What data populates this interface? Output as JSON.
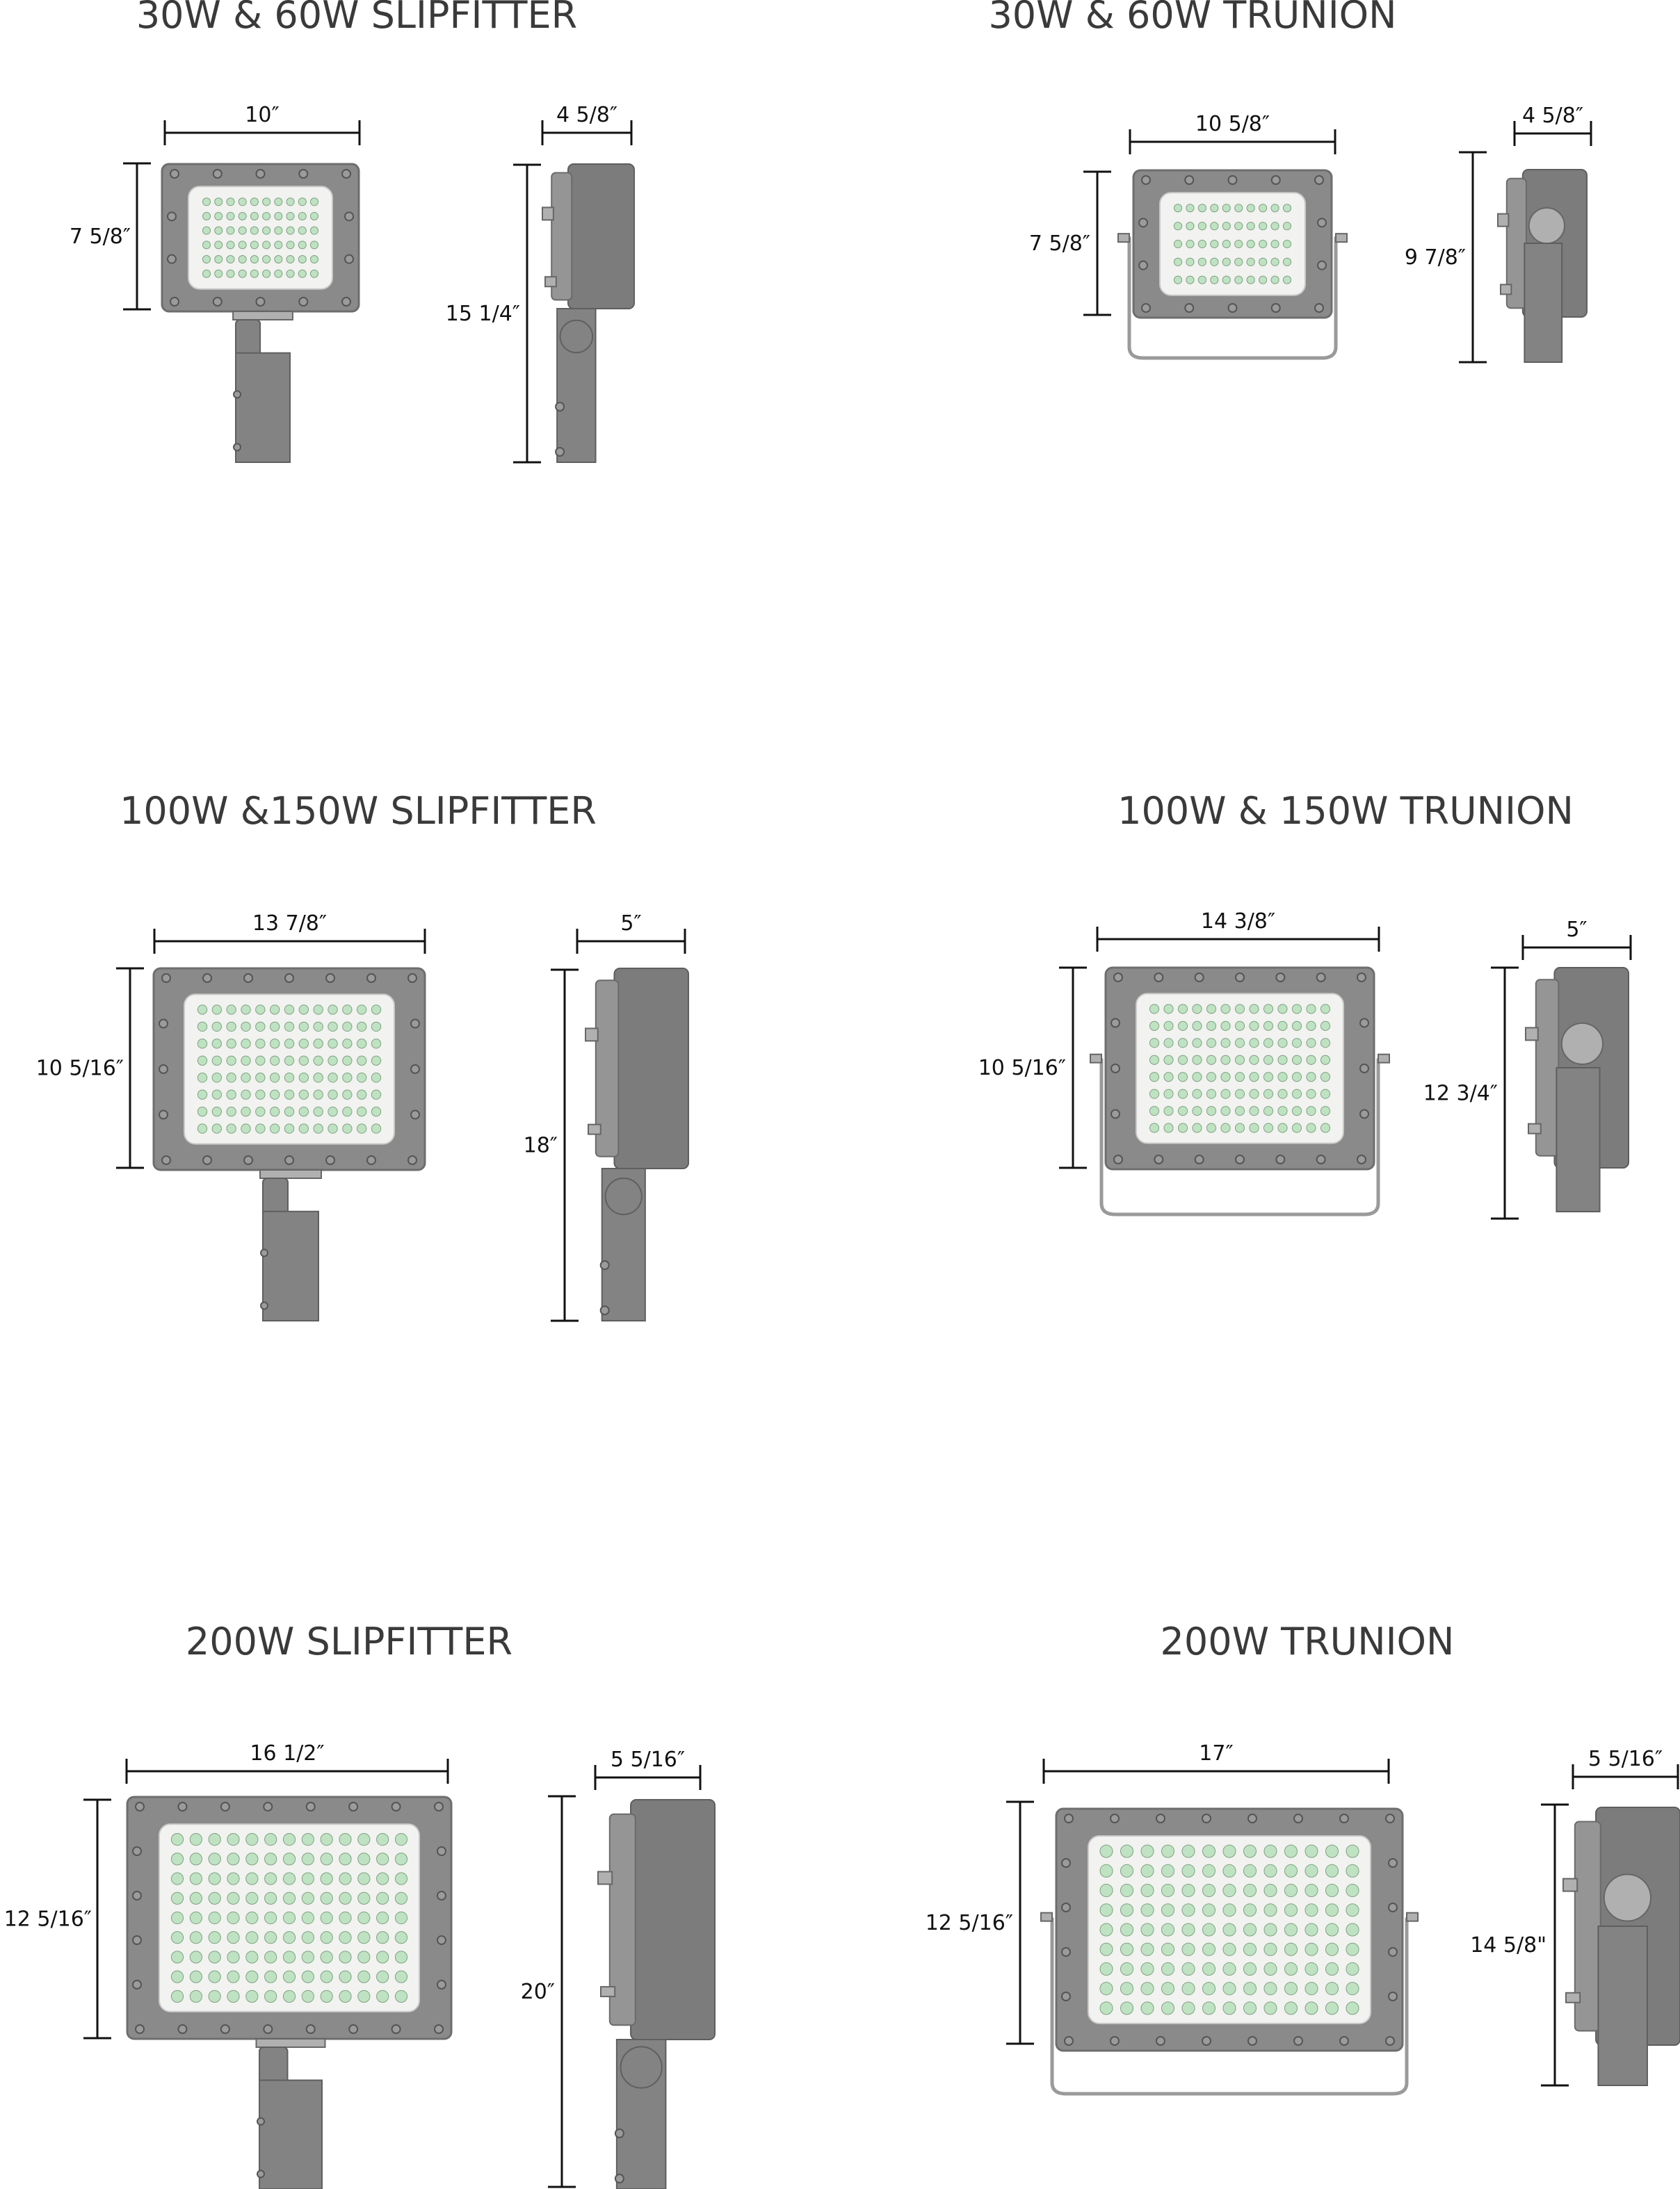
{
  "panels": [
    {
      "id": "30w-60w-slipfitter",
      "title": "30W & 60W SLIPFITTER",
      "mount": "slipfitter",
      "front_width": "10″",
      "front_height": "7 5/8″",
      "side_depth": "4 5/8″",
      "side_height": "15 1/4″"
    },
    {
      "id": "30w-60w-trunion",
      "title": "30W & 60W TRUNION",
      "mount": "trunion",
      "front_width": "10 5/8″",
      "front_height": "7 5/8″",
      "side_depth": "4 5/8″",
      "side_height": "9 7/8″"
    },
    {
      "id": "100w-150w-slipfitter",
      "title": "100W &150W SLIPFITTER",
      "mount": "slipfitter",
      "front_width": "13 7/8″",
      "front_height": "10 5/16″",
      "side_depth": "5″",
      "side_height": "18″"
    },
    {
      "id": "100w-150w-trunion",
      "title": "100W & 150W TRUNION",
      "mount": "trunion",
      "front_width": "14 3/8″",
      "front_height": "10 5/16″",
      "side_depth": "5″",
      "side_height": "12 3/4″"
    },
    {
      "id": "200w-slipfitter",
      "title": "200W SLIPFITTER",
      "mount": "slipfitter",
      "front_width": "16 1/2″",
      "front_height": "12 5/16″",
      "side_depth": "5 5/16″",
      "side_height": "20″"
    },
    {
      "id": "200w-trunion",
      "title": "200W TRUNION",
      "mount": "trunion",
      "front_width": "17″",
      "front_height": "12 5/16″",
      "side_depth": "5 5/16″",
      "side_height": "14 5/8\""
    }
  ],
  "colors": {
    "housing": "#8a8a8a",
    "housing_edge": "#6e6e6e",
    "lens": "#f2f2f0",
    "led": "#bfe3c2",
    "title_text": "#3a3a3a",
    "dimension_line": "#111111"
  }
}
